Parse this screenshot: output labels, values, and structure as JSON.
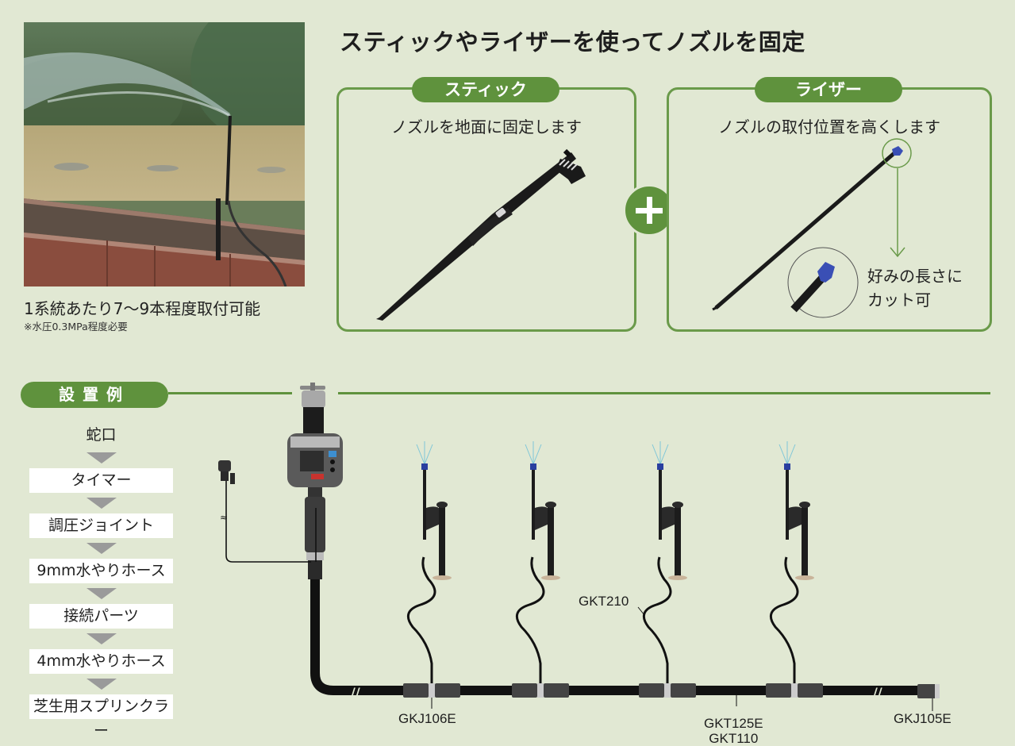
{
  "photo": {
    "alt": "sprinkler-spraying-over-raised-garden-bed",
    "caption": "1系統あたり7～9本程度取付可能",
    "note": "※水圧0.3MPa程度必要"
  },
  "headline": "スティックやライザーを使ってノズルを固定",
  "stick_panel": {
    "label": "スティック",
    "description": "ノズルを地面に固定します"
  },
  "riser_panel": {
    "label": "ライザー",
    "description": "ノズルの取付位置を高くします",
    "callout_line1": "好みの長さに",
    "callout_line2": "カット可"
  },
  "plus_icon": "plus-icon",
  "install": {
    "section_label": "設置例",
    "steps": [
      "蛇口",
      "タイマー",
      "調圧ジョイント",
      "9mm水やりホース",
      "接続パーツ",
      "4mm水やりホース",
      "芝生用スプリンクラー"
    ],
    "part_labels": {
      "gkj106e": "GKJ106E",
      "gkt210": "GKT210",
      "gkt125e": "GKT125E",
      "gkt110": "GKT110",
      "gkj105e": "GKJ105E"
    }
  },
  "colors": {
    "background": "#e1e8d3",
    "accent_green": "#5f923d",
    "panel_border": "#6a9a4a",
    "arrow_gray": "#9a9a9a",
    "nozzle_blue": "#2a3fa0"
  }
}
